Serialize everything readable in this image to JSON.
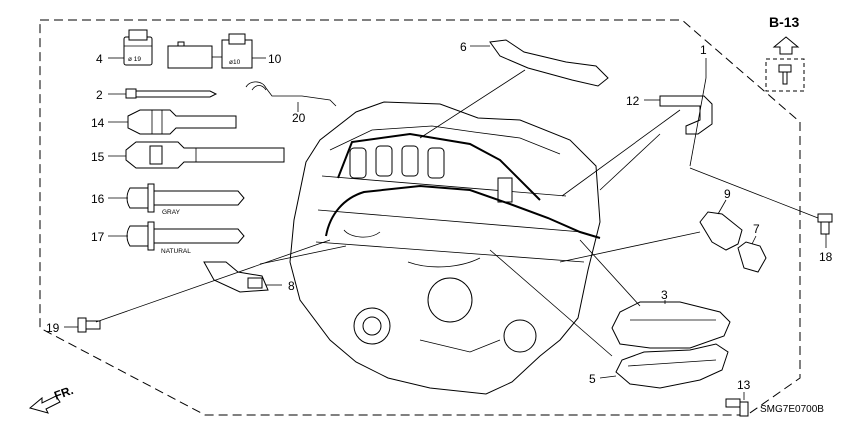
{
  "diagram": {
    "reference": "B-13",
    "drawing_code": "SMG7E0700B",
    "direction_label": "FR.",
    "tags": {
      "diameter_19": "ø 19",
      "diameter_10": "ø10",
      "gray": "GRAY",
      "natural": "NATURAL"
    },
    "callouts": {
      "c1": "1",
      "c2": "2",
      "c3": "3",
      "c4": "4",
      "c5": "5",
      "c6": "6",
      "c7": "7",
      "c8": "8",
      "c9": "9",
      "c10": "10",
      "c12": "12",
      "c13": "13",
      "c14": "14",
      "c15": "15",
      "c16": "16",
      "c17": "17",
      "c18": "18",
      "c19": "19",
      "c20": "20"
    }
  }
}
